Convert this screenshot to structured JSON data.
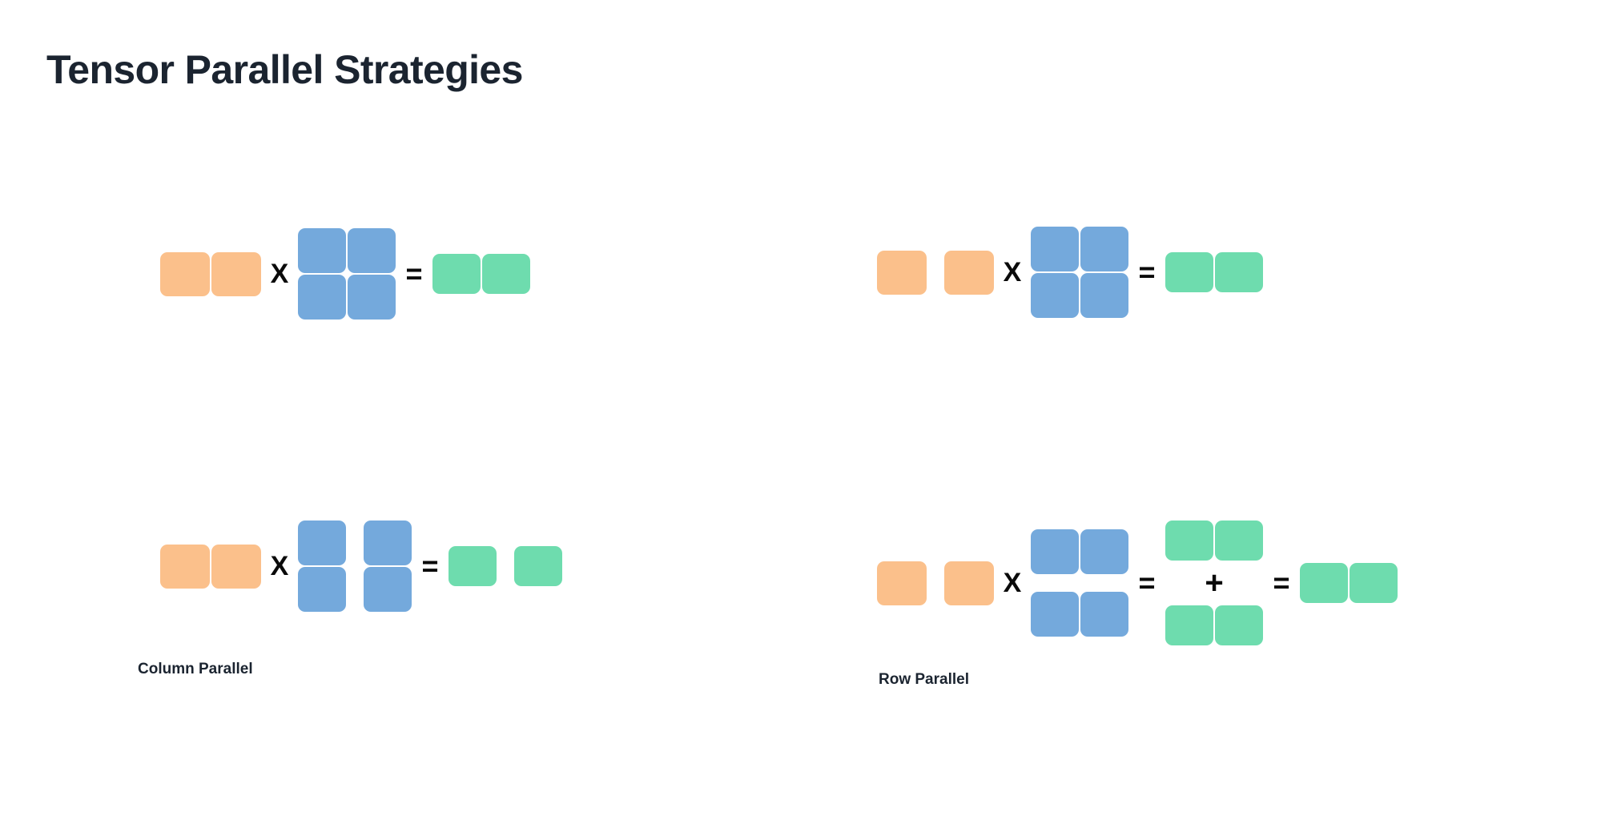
{
  "page": {
    "title": "Tensor Parallel Strategies",
    "background": "#ffffff"
  },
  "colors": {
    "input_orange": "#fbc08b",
    "weight_blue": "#74a9dc",
    "output_green": "#6edcae",
    "symbol_black": "#0a0a0a",
    "title_ink": "#1b2430"
  },
  "symbols": {
    "multiply": "X",
    "equals": "=",
    "plus": "+"
  },
  "panels": [
    {
      "id": "column-parallel",
      "caption": "Column Parallel",
      "rows": [
        {
          "id": "column-parallel-unsharded",
          "terms": [
            {
              "role": "input",
              "color": "orange",
              "cols": 2,
              "rows": 1,
              "split": "none"
            },
            {
              "role": "operator",
              "symbol": "X"
            },
            {
              "role": "weight",
              "color": "blue",
              "cols": 2,
              "rows": 2,
              "split": "none"
            },
            {
              "role": "operator",
              "symbol": "="
            },
            {
              "role": "output",
              "color": "green",
              "cols": 2,
              "rows": 1,
              "split": "none"
            }
          ]
        },
        {
          "id": "column-parallel-sharded",
          "terms": [
            {
              "role": "input",
              "color": "orange",
              "cols": 2,
              "rows": 1,
              "split": "none"
            },
            {
              "role": "operator",
              "symbol": "X"
            },
            {
              "role": "weight",
              "color": "blue",
              "cols": 2,
              "rows": 2,
              "split": "column"
            },
            {
              "role": "operator",
              "symbol": "="
            },
            {
              "role": "output",
              "color": "green",
              "cols": 2,
              "rows": 1,
              "split": "column"
            }
          ]
        }
      ]
    },
    {
      "id": "row-parallel",
      "caption": "Row Parallel",
      "rows": [
        {
          "id": "row-parallel-unsharded",
          "terms": [
            {
              "role": "input",
              "color": "orange",
              "cols": 2,
              "rows": 1,
              "split": "column"
            },
            {
              "role": "operator",
              "symbol": "X"
            },
            {
              "role": "weight",
              "color": "blue",
              "cols": 2,
              "rows": 2,
              "split": "none"
            },
            {
              "role": "operator",
              "symbol": "="
            },
            {
              "role": "output",
              "color": "green",
              "cols": 2,
              "rows": 1,
              "split": "none"
            }
          ]
        },
        {
          "id": "row-parallel-sharded",
          "terms": [
            {
              "role": "input",
              "color": "orange",
              "cols": 2,
              "rows": 1,
              "split": "column"
            },
            {
              "role": "operator",
              "symbol": "X"
            },
            {
              "role": "weight",
              "color": "blue",
              "cols": 2,
              "rows": 2,
              "split": "row"
            },
            {
              "role": "operator",
              "symbol": "="
            },
            {
              "role": "partial-sum",
              "color": "green",
              "parts": 2,
              "cols": 2,
              "rows": 1,
              "joiner": "+"
            },
            {
              "role": "operator",
              "symbol": "="
            },
            {
              "role": "output",
              "color": "green",
              "cols": 2,
              "rows": 1,
              "split": "none"
            }
          ]
        }
      ]
    }
  ]
}
